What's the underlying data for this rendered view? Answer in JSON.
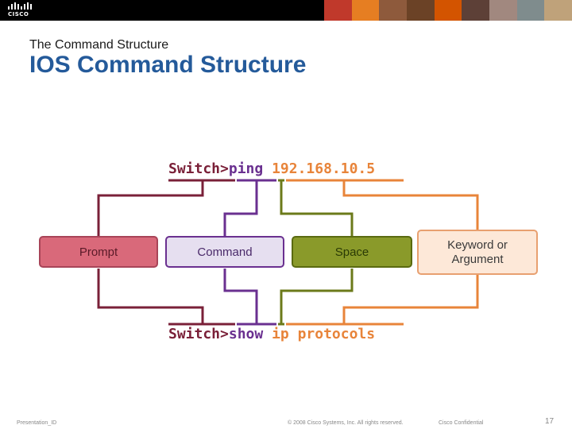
{
  "header": {
    "logo_text": "CISCO",
    "photo_colors": [
      "#c0392b",
      "#e67e22",
      "#8e5a3c",
      "#6b4226",
      "#d35400",
      "#5d4037",
      "#a1887f",
      "#7f8c8d",
      "#bfa27a"
    ]
  },
  "slide": {
    "subtitle": "The Command Structure",
    "title": "IOS Command Structure"
  },
  "diagram": {
    "top_command": {
      "prompt": "Switch>",
      "command": "ping",
      "argument": "192.168.10.5"
    },
    "bottom_command": {
      "prompt": "Switch>",
      "command": "show",
      "argument": "ip protocols"
    },
    "boxes": {
      "prompt": "Prompt",
      "command": "Command",
      "space": "Space",
      "keyword_line1": "Keyword or",
      "keyword_line2": "Argument"
    },
    "colors": {
      "prompt": "#7a2038",
      "command": "#6a3090",
      "space": "#6b7a1a",
      "argument": "#e8843a",
      "prompt_box": "#d9697a",
      "command_box": "#e6dff0",
      "space_box": "#8a9a2a",
      "keyword_box": "#fde8d8"
    }
  },
  "footer": {
    "left": "Presentation_ID",
    "center": "© 2008 Cisco Systems, Inc. All rights reserved.",
    "right": "Cisco Confidential",
    "page": "17"
  }
}
